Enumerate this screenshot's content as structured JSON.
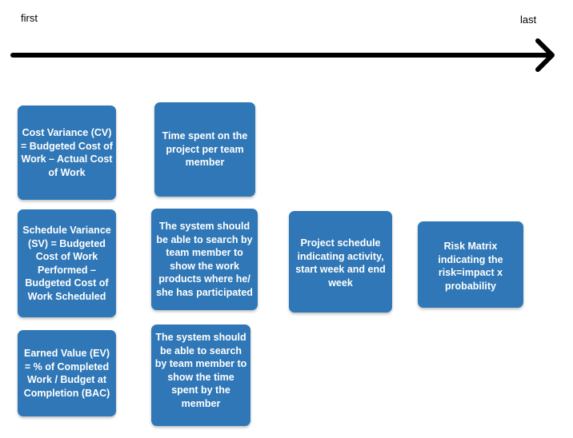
{
  "timeline": {
    "start_label": "first",
    "end_label": "last"
  },
  "cards": {
    "cost_variance": "Cost Variance (CV) = Budgeted Cost of Work – Actual Cost of Work",
    "time_spent_per_member": "Time spent on the project per team member",
    "schedule_variance": "Schedule Variance (SV) = Budgeted Cost of Work Performed – Budgeted Cost of Work Scheduled",
    "search_work_products": "The system should be able to search by team member to show the work products where he/ she has participated",
    "project_schedule": "Project schedule indicating activity, start week and end week",
    "risk_matrix": "Risk Matrix indicating the risk=impact x probability",
    "earned_value": "Earned Value (EV) = % of Completed Work / Budget at Completion (BAC)",
    "search_time_spent": "The system should be able to search by team member to show the time spent by the member"
  },
  "colors": {
    "card_fill": "#2f77b6",
    "card_text": "#ffffff",
    "arrow": "#000000"
  }
}
